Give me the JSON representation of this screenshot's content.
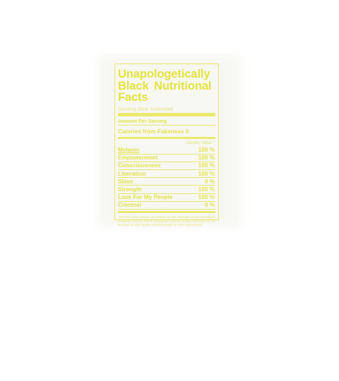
{
  "label": {
    "title_line1": "Unapologetically",
    "title_line2": "Black Nutritional",
    "title_line3": "Facts",
    "serving_size": "Serving Size: Unlimited",
    "amount_per_serving": "Amount Per Serving",
    "calories": "Calories from Fakeness 0",
    "daily_value_header": "%Daily Value *",
    "nutrients": [
      {
        "name": "Melanin",
        "value": "100 %"
      },
      {
        "name": "Empowerment",
        "value": "100 %"
      },
      {
        "name": "Consciousness",
        "value": "100 %"
      },
      {
        "name": "Liberation",
        "value": "100 %"
      },
      {
        "name": "Slave",
        "value": "0 %"
      },
      {
        "name": "Strength",
        "value": "100 %"
      },
      {
        "name": "Love For My People",
        "value": "100 %"
      },
      {
        "name": "Criminal",
        "value": "0 %"
      }
    ],
    "footnote": "*Percent daily values are based on the strength of my ancestors, resulting seeking TRUE knowledge and the simple fact that I'm not sucking up with simple-minded people or white supremacy."
  },
  "colors": {
    "ink": "#e4e43c",
    "background": "#ffffff"
  }
}
